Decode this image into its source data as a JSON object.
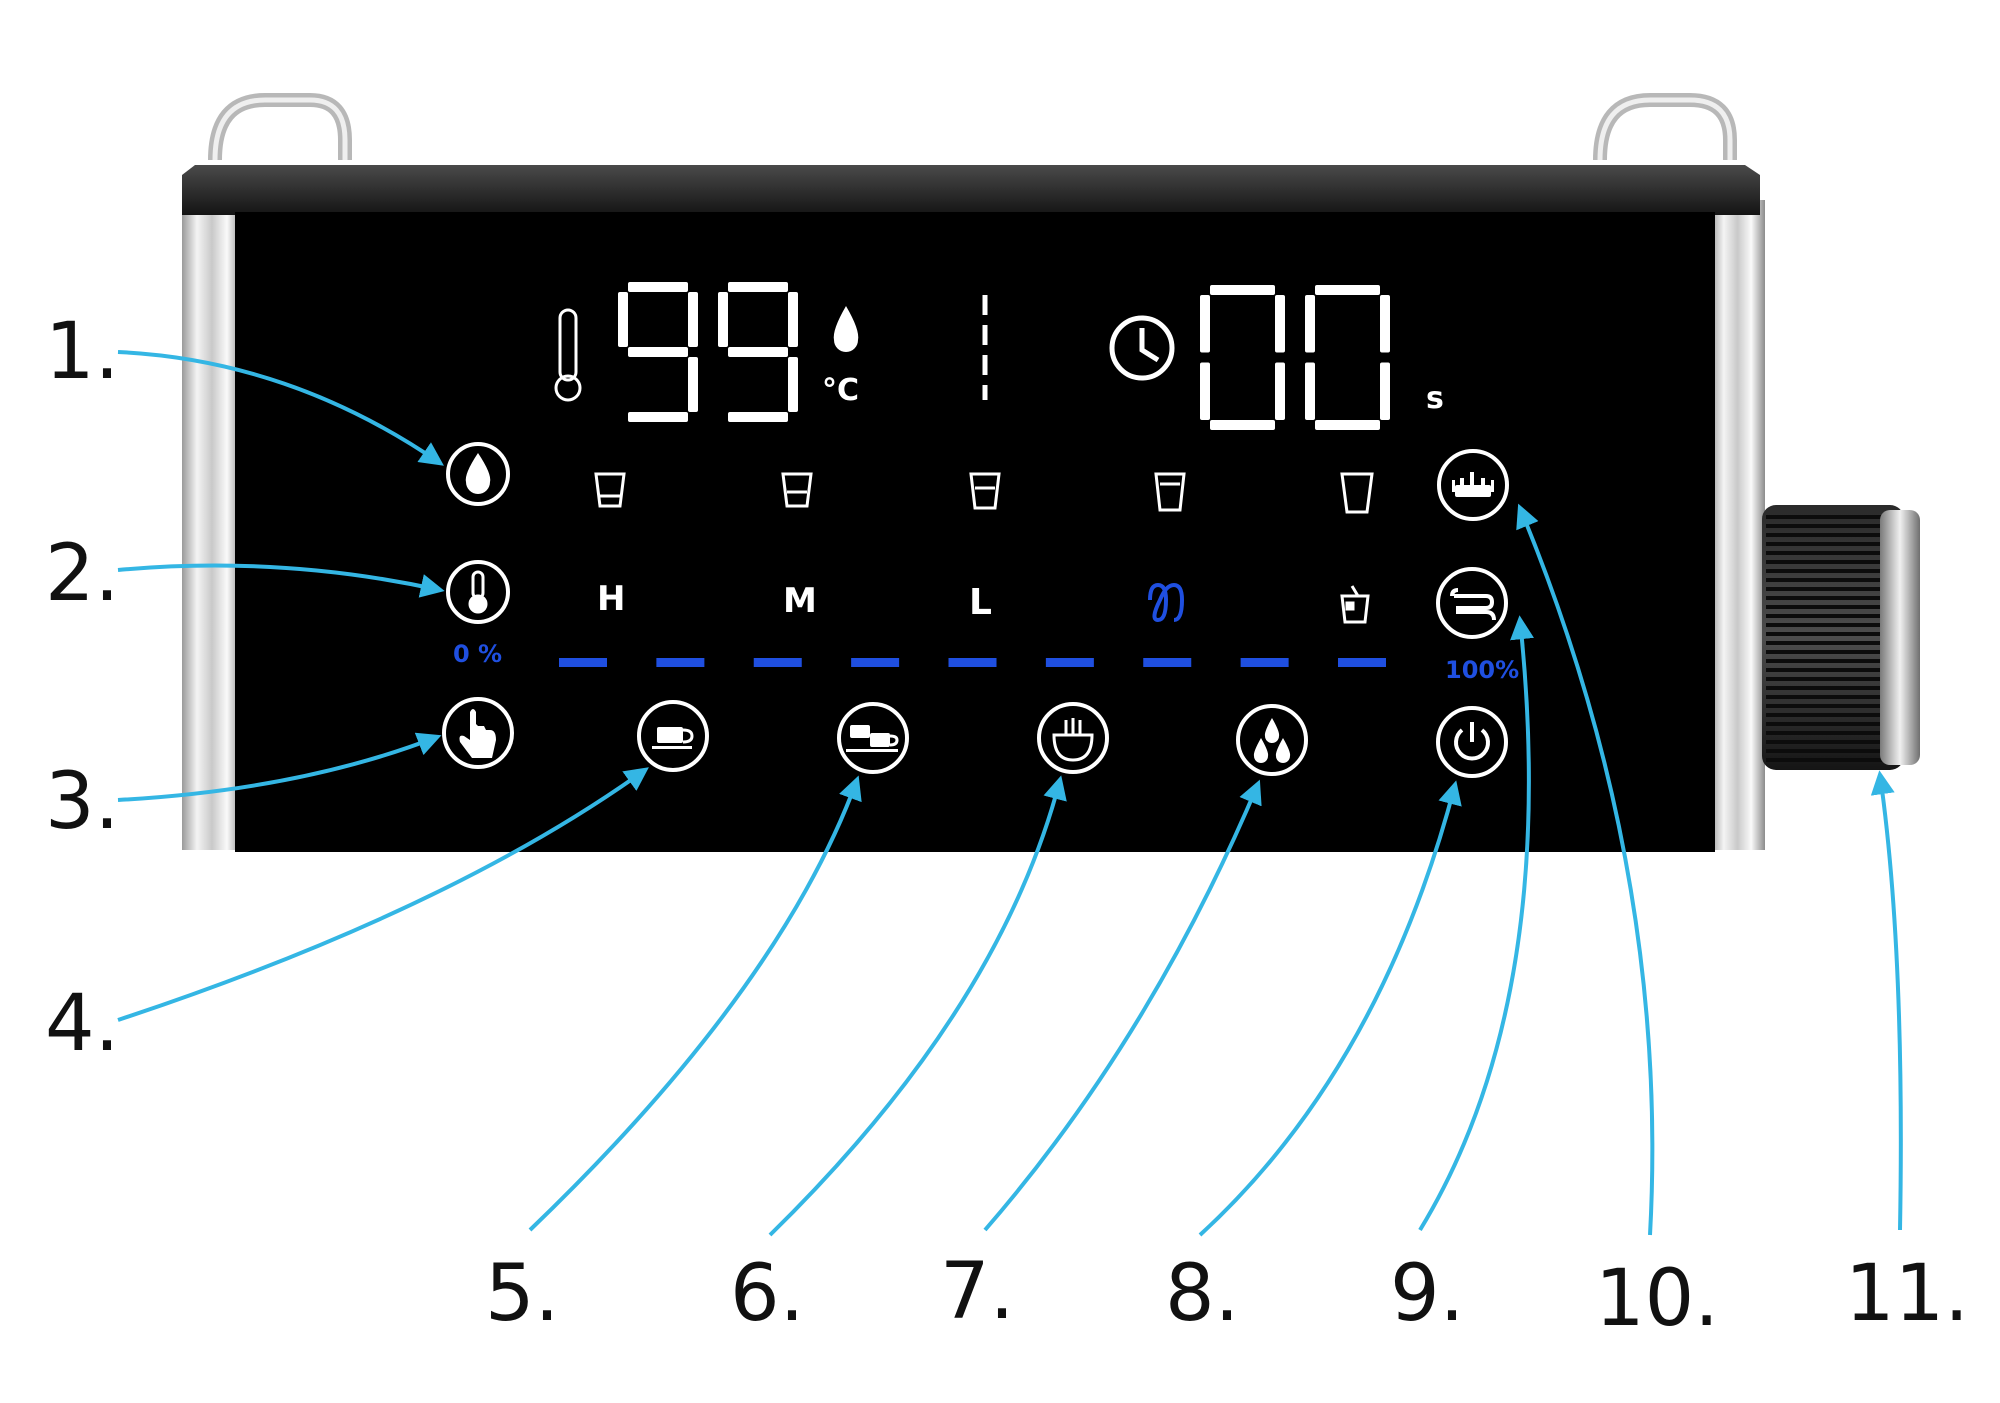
{
  "display": {
    "temperature": "99",
    "temperature_unit": "°C",
    "time": "00",
    "time_unit": "s",
    "size_labels": [
      "H",
      "M",
      "L"
    ],
    "left_percent": "0 %",
    "right_percent": "100%"
  },
  "callouts": [
    "1.",
    "2.",
    "3.",
    "4.",
    "5.",
    "6.",
    "7.",
    "8.",
    "9.",
    "10.",
    "11."
  ],
  "colors": {
    "panel": "#000000",
    "accent_blue": "#1f4fe0",
    "arrow": "#34b6e4"
  },
  "buttons": [
    {
      "id": 1,
      "icon": "water-drop-icon"
    },
    {
      "id": 2,
      "icon": "thermometer-icon"
    },
    {
      "id": 3,
      "icon": "hand-touch-icon"
    },
    {
      "id": 4,
      "icon": "single-cup-icon"
    },
    {
      "id": 5,
      "icon": "double-cup-icon"
    },
    {
      "id": 6,
      "icon": "steam-nozzle-icon"
    },
    {
      "id": 7,
      "icon": "three-drops-icon"
    },
    {
      "id": 8,
      "icon": "power-icon"
    },
    {
      "id": 9,
      "icon": "descaling-icon"
    },
    {
      "id": 10,
      "icon": "cleaning-bath-icon"
    },
    {
      "id": 11,
      "icon": "rotary-knob-icon"
    }
  ]
}
